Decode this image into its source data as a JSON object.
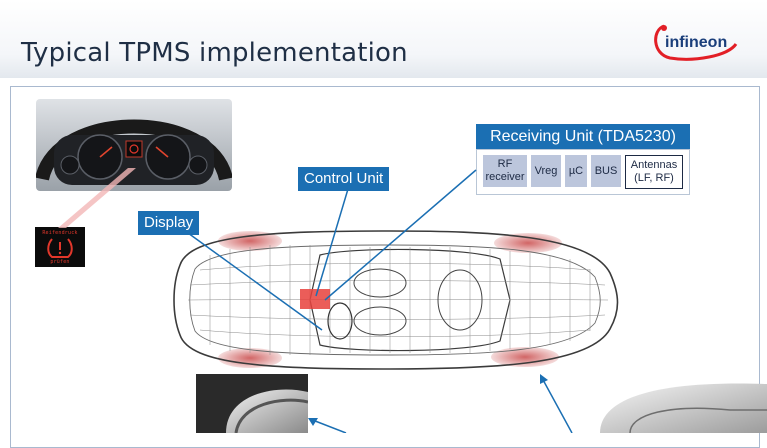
{
  "slide": {
    "title": "Typical TPMS implementation",
    "logo_text": "infineon",
    "accent_color": "#1b6fb3",
    "logo_color": "#e21f26"
  },
  "callouts": {
    "control_unit": "Control Unit",
    "display": "Display"
  },
  "receiving_unit": {
    "title": "Receiving Unit (TDA5230)",
    "blocks": [
      {
        "label_line1": "RF",
        "label_line2": "receiver"
      },
      {
        "label_line1": "Vreg",
        "label_line2": ""
      },
      {
        "label_line1": "µC",
        "label_line2": ""
      },
      {
        "label_line1": "BUS",
        "label_line2": ""
      },
      {
        "label_line1": "Antennas",
        "label_line2": "(LF, RF)"
      }
    ]
  },
  "warning_lamp": {
    "line1": "Reifendruck",
    "line2": "prüfen"
  },
  "icons": {
    "logo": "infineon-logo",
    "dashboard": "dashboard-photo",
    "lamp": "tire-pressure-warning-icon",
    "car": "car-wireframe",
    "tire": "tire-photo",
    "sensor": "sensor-photo"
  }
}
